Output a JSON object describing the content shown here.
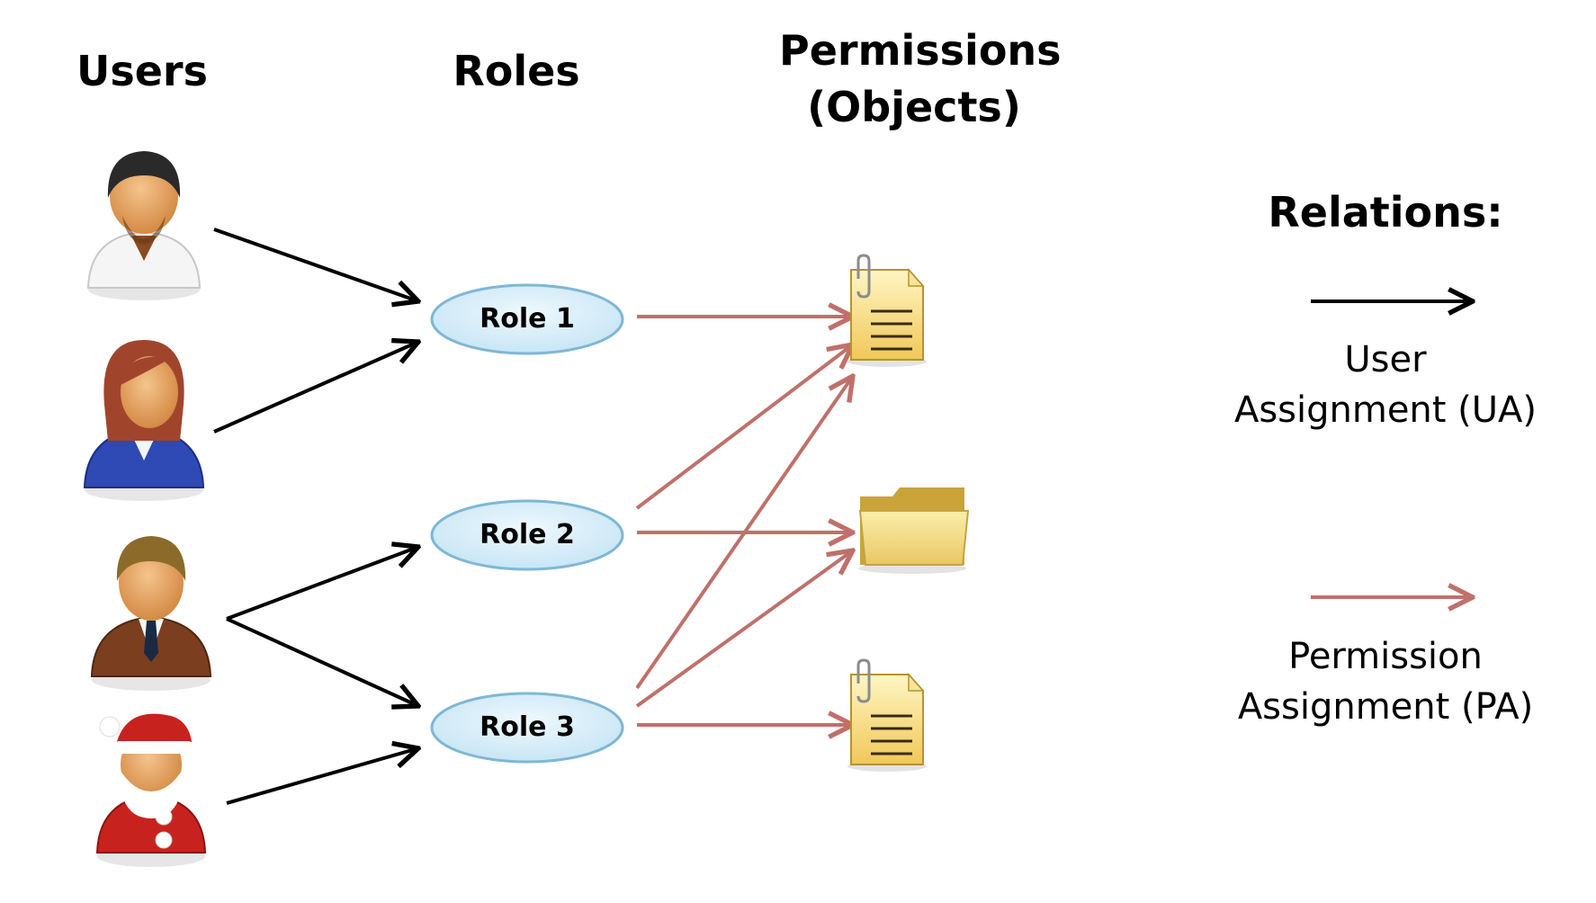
{
  "columns": {
    "users": "Users",
    "roles": "Roles",
    "permissions_line1": "Permissions",
    "permissions_line2": "(Objects)"
  },
  "users": [
    {
      "icon": "user-white-shirt-icon"
    },
    {
      "icon": "user-woman-blue-icon"
    },
    {
      "icon": "user-man-suit-icon"
    },
    {
      "icon": "user-santa-icon"
    }
  ],
  "roles": [
    {
      "label": "Role 1"
    },
    {
      "label": "Role 2"
    },
    {
      "label": "Role 3"
    }
  ],
  "permissions": [
    {
      "icon": "document-icon"
    },
    {
      "icon": "folder-icon"
    },
    {
      "icon": "document-icon"
    }
  ],
  "user_assignment": [
    [
      0,
      0
    ],
    [
      1,
      0
    ],
    [
      2,
      1
    ],
    [
      2,
      2
    ],
    [
      3,
      2
    ]
  ],
  "permission_assignment": [
    [
      0,
      0
    ],
    [
      1,
      0
    ],
    [
      1,
      1
    ],
    [
      2,
      0
    ],
    [
      2,
      1
    ],
    [
      2,
      2
    ]
  ],
  "legend": {
    "title": "Relations:",
    "ua_line1": "User",
    "ua_line2": "Assignment (UA)",
    "pa_line1": "Permission",
    "pa_line2": "Assignment (PA)"
  },
  "colors": {
    "ua_arrow": "#000000",
    "pa_arrow": "#c0706a",
    "role_fill": "#d6eef9",
    "role_stroke": "#7fb7d6"
  }
}
